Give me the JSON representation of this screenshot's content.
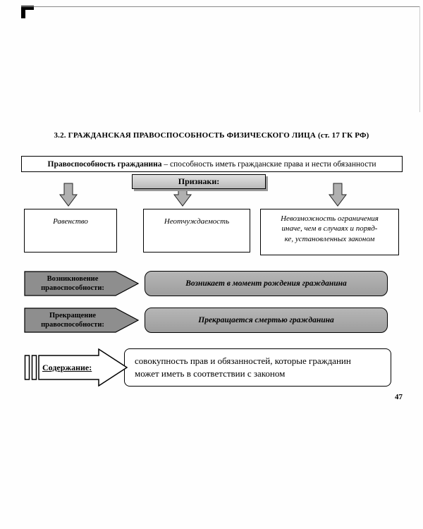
{
  "page": {
    "title": "3.2. ГРАЖДАНСКАЯ ПРАВОСПОСОБНОСТЬ ФИЗИЧЕСКОГО ЛИЦА (ст. 17 ГК РФ)",
    "page_number": "47"
  },
  "definition": {
    "term": "Правоспособность гражданина",
    "description": " – способность иметь гражданские права и нести обязанности"
  },
  "features": {
    "header": "Признаки:",
    "items": [
      {
        "text": "Равенство"
      },
      {
        "text": "Неотчуждаемость"
      },
      {
        "text": "Невозможность ограничения\nиначе, чем в случаях и поряд-\nке, установленных законом"
      }
    ]
  },
  "lifecycle": [
    {
      "label": "Возникновение\nправоспособности:",
      "value": "Возникает в момент рождения гражданина"
    },
    {
      "label": "Прекращение\nправоспособности:",
      "value": "Прекращается смертью гражданина"
    }
  ],
  "content_row": {
    "label": "Содержание:",
    "value": "совокупность прав и обязанностей, которые гражданин\nможет иметь в соответствии с законом"
  },
  "colors": {
    "flag_fill": "#8e8e8e",
    "arrow_fill": "#b0b0b0",
    "pill_fill": "#aaaaaa"
  }
}
